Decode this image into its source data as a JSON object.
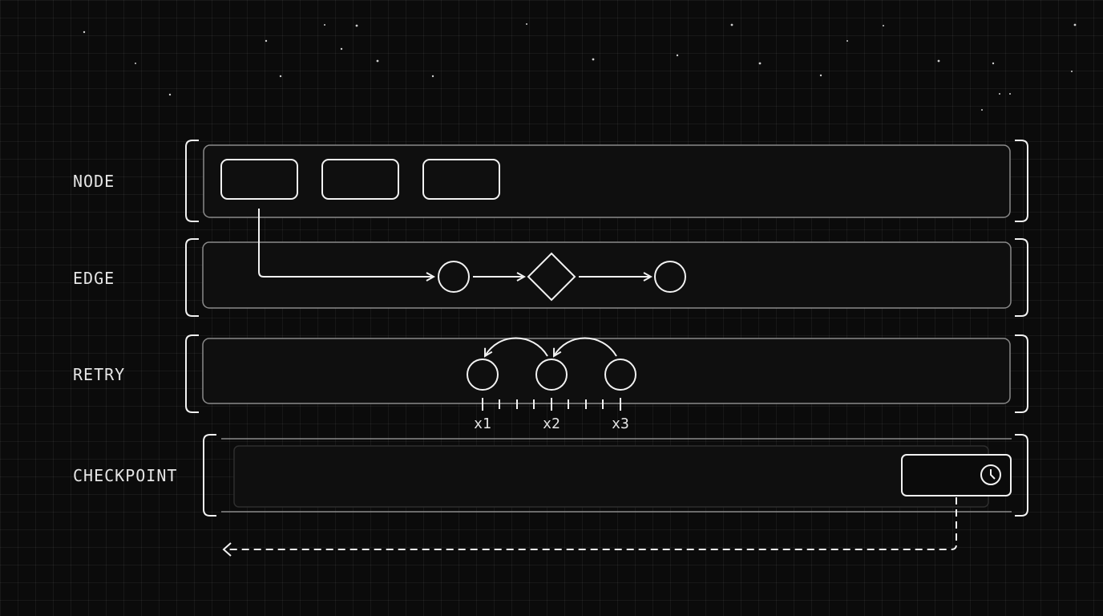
{
  "rows": [
    {
      "id": "node",
      "label": "NODE"
    },
    {
      "id": "edge",
      "label": "EDGE"
    },
    {
      "id": "retry",
      "label": "RETRY"
    },
    {
      "id": "checkpoint",
      "label": "CHECKPOINT"
    }
  ],
  "retry_ticks": [
    "x1",
    "x2",
    "x3"
  ],
  "colors": {
    "background": "#0b0b0b",
    "stroke": "#f2f2f2",
    "panel_border": "#8a8a8a",
    "text": "#e6e6e6"
  },
  "icons": {
    "checkpoint": "clock-icon",
    "edge_decision": "diamond-decision-icon"
  }
}
